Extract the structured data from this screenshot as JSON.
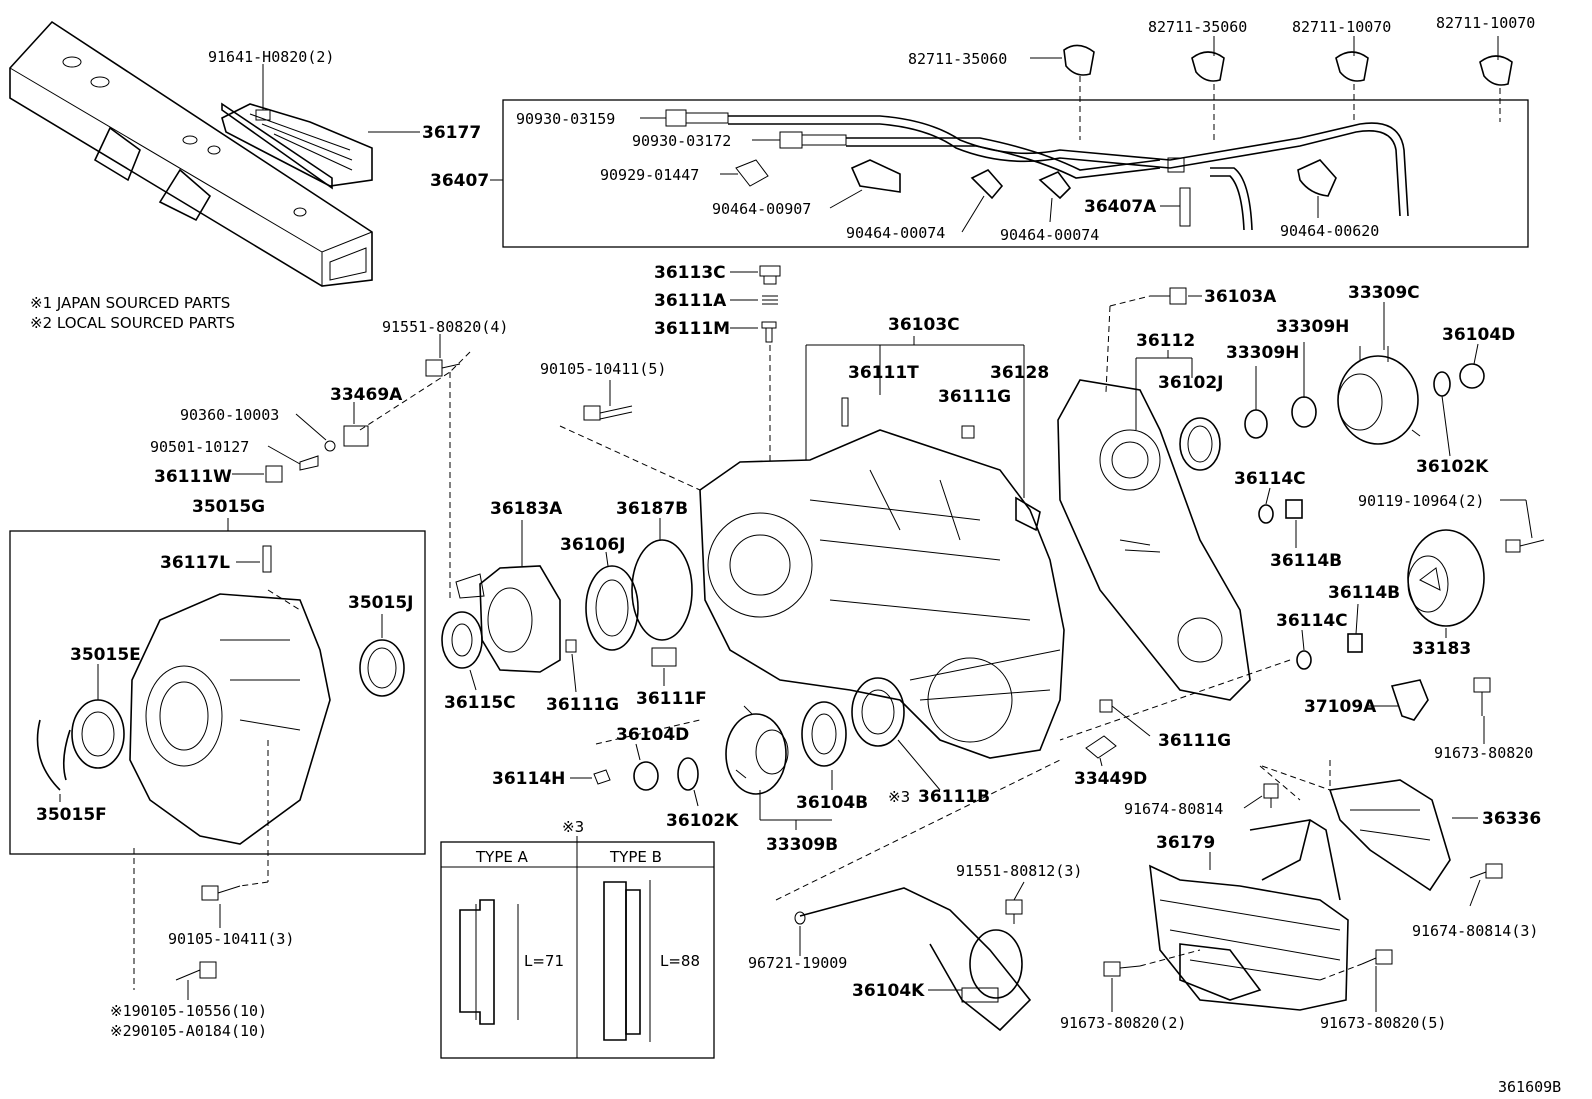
{
  "notes": {
    "n1": "※1 JAPAN SOURCED PARTS",
    "n2": "※2 LOCAL SOURCED PARTS",
    "type_a": "TYPE A",
    "type_b": "TYPE B",
    "len_a": "L=71",
    "len_b": "L=88",
    "marker3": "※3",
    "marker3b": "※3",
    "diagram_id": "361609B"
  },
  "labels": {
    "p91641": "91641-H0820(2)",
    "p36177": "36177",
    "p82711_a": "82711-35060",
    "p82711_b": "82711-35060",
    "p82711_c": "82711-10070",
    "p82711_d": "82711-10070",
    "p90930_a": "90930-03159",
    "p90930_b": "90930-03172",
    "p90929": "90929-01447",
    "p36407": "36407",
    "p90464_a": "90464-00907",
    "p90464_b": "90464-00074",
    "p90464_c": "90464-00074",
    "p36407A": "36407A",
    "p90464_d": "90464-00620",
    "p36113C": "36113C",
    "p36111A": "36111A",
    "p36111M": "36111M",
    "p36103A": "36103A",
    "p33309C": "33309C",
    "p36104D_a": "36104D",
    "p91551_a": "91551-80820(4)",
    "p36103C": "36103C",
    "p36112": "36112",
    "p33309H_a": "33309H",
    "p33309H_b": "33309H",
    "p90105_a": "90105-10411(5)",
    "p36111T": "36111T",
    "p36128": "36128",
    "p36102J": "36102J",
    "p36102K_a": "36102K",
    "p90360": "90360-10003",
    "p33469A": "33469A",
    "p36111G_a": "36111G",
    "p90501": "90501-10127",
    "p36111W": "36111W",
    "p36114C_a": "36114C",
    "p90119": "90119-10964(2)",
    "p35015G": "35015G",
    "p36183A": "36183A",
    "p36187B": "36187B",
    "p36114B_a": "36114B",
    "p36106J": "36106J",
    "p36117L": "36117L",
    "p36114B_b": "36114B",
    "p35015J": "35015J",
    "p36114C_b": "36114C",
    "p33183": "33183",
    "p35015E": "35015E",
    "p36115C": "36115C",
    "p36111G_b": "36111G",
    "p36111F": "36111F",
    "p37109A": "37109A",
    "p36104D_b": "36104D",
    "p36111G_c": "36111G",
    "p91673_a": "91673-80820",
    "p36114H": "36114H",
    "p33449D": "33449D",
    "p35015F": "35015F",
    "p36102K_b": "36102K",
    "p36104B": "36104B",
    "p36111B": "36111B",
    "p91674_a": "91674-80814",
    "p36336": "36336",
    "p33309B": "33309B",
    "p36179": "36179",
    "p91551_b": "91551-80812(3)",
    "p90105_b": "90105-10411(3)",
    "p91674_b": "91674-80814(3)",
    "p96721": "96721-19009",
    "p36104K": "36104K",
    "p90105_c": "※190105-10556(10)",
    "p90105_d": "※290105-A0184(10)",
    "p91673_b": "91673-80820(2)",
    "p91673_c": "91673-80820(5)"
  }
}
